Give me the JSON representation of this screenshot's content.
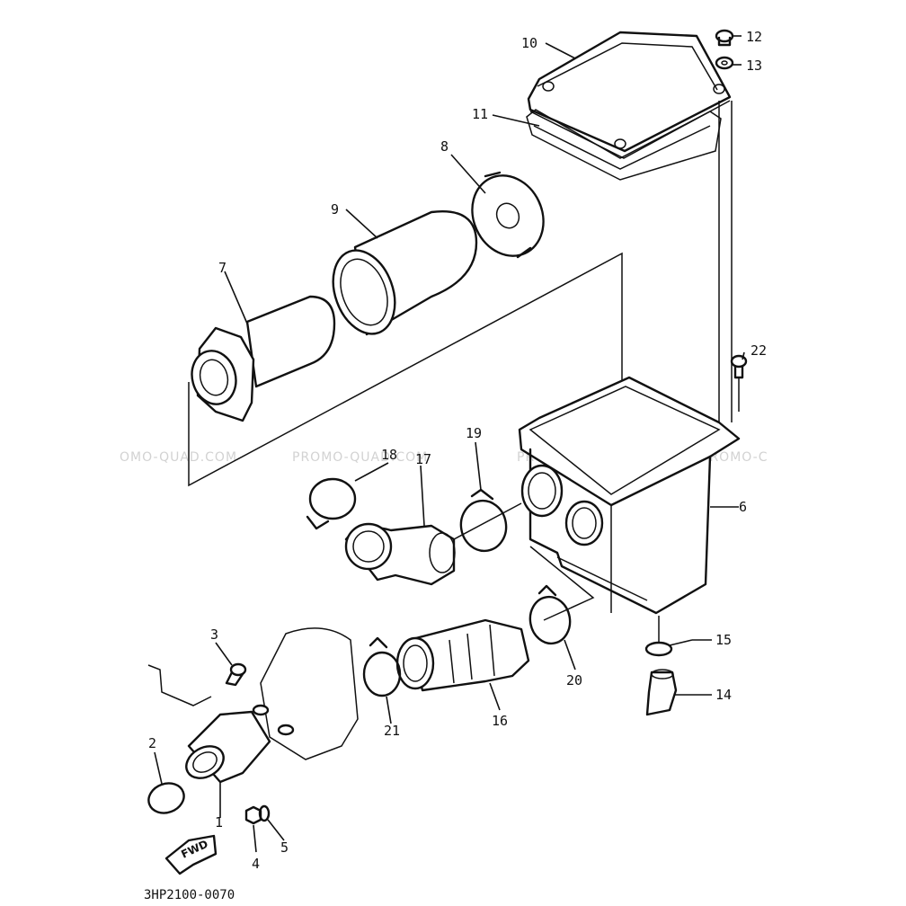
{
  "diagram": {
    "drawing_code": "3HP2100-0070",
    "fwd_label": "FWD",
    "watermarks": [
      "OMO-QUAD.COM",
      "PROMO-QUAD.COM",
      "PROMO-QUAD.COM",
      "PROMO-C"
    ],
    "callouts": [
      {
        "id": "c1",
        "text": "1"
      },
      {
        "id": "c2",
        "text": "2"
      },
      {
        "id": "c3",
        "text": "3"
      },
      {
        "id": "c4",
        "text": "4"
      },
      {
        "id": "c5",
        "text": "5"
      },
      {
        "id": "c6",
        "text": "6"
      },
      {
        "id": "c7",
        "text": "7"
      },
      {
        "id": "c8",
        "text": "8"
      },
      {
        "id": "c9",
        "text": "9"
      },
      {
        "id": "c10",
        "text": "10"
      },
      {
        "id": "c11",
        "text": "11"
      },
      {
        "id": "c12",
        "text": "12"
      },
      {
        "id": "c13",
        "text": "13"
      },
      {
        "id": "c14",
        "text": "14"
      },
      {
        "id": "c15",
        "text": "15"
      },
      {
        "id": "c16",
        "text": "16"
      },
      {
        "id": "c17",
        "text": "17"
      },
      {
        "id": "c18",
        "text": "18"
      },
      {
        "id": "c19",
        "text": "19"
      },
      {
        "id": "c20",
        "text": "20"
      },
      {
        "id": "c21",
        "text": "21"
      },
      {
        "id": "c22",
        "text": "22"
      }
    ]
  }
}
